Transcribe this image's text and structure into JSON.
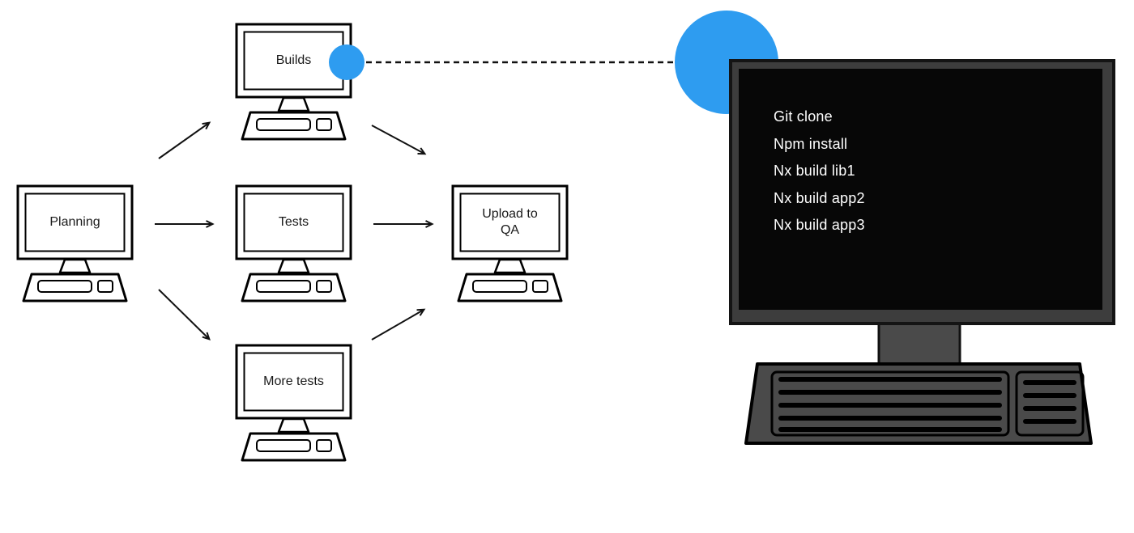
{
  "colors": {
    "accent_blue": "#2e9cf0",
    "line": "#111111",
    "monitor_frame": "#3d3d3d",
    "keyboard_gray": "#4a4a4a",
    "screen_black": "#070707"
  },
  "flow": {
    "planning": "Planning",
    "builds": "Builds",
    "tests": "Tests",
    "more_tests": "More tests",
    "upload_qa": "Upload to QA"
  },
  "terminal": {
    "lines": [
      "Git clone",
      "Npm install",
      "Nx build lib1",
      "Nx build app2",
      "Nx build app3"
    ]
  }
}
